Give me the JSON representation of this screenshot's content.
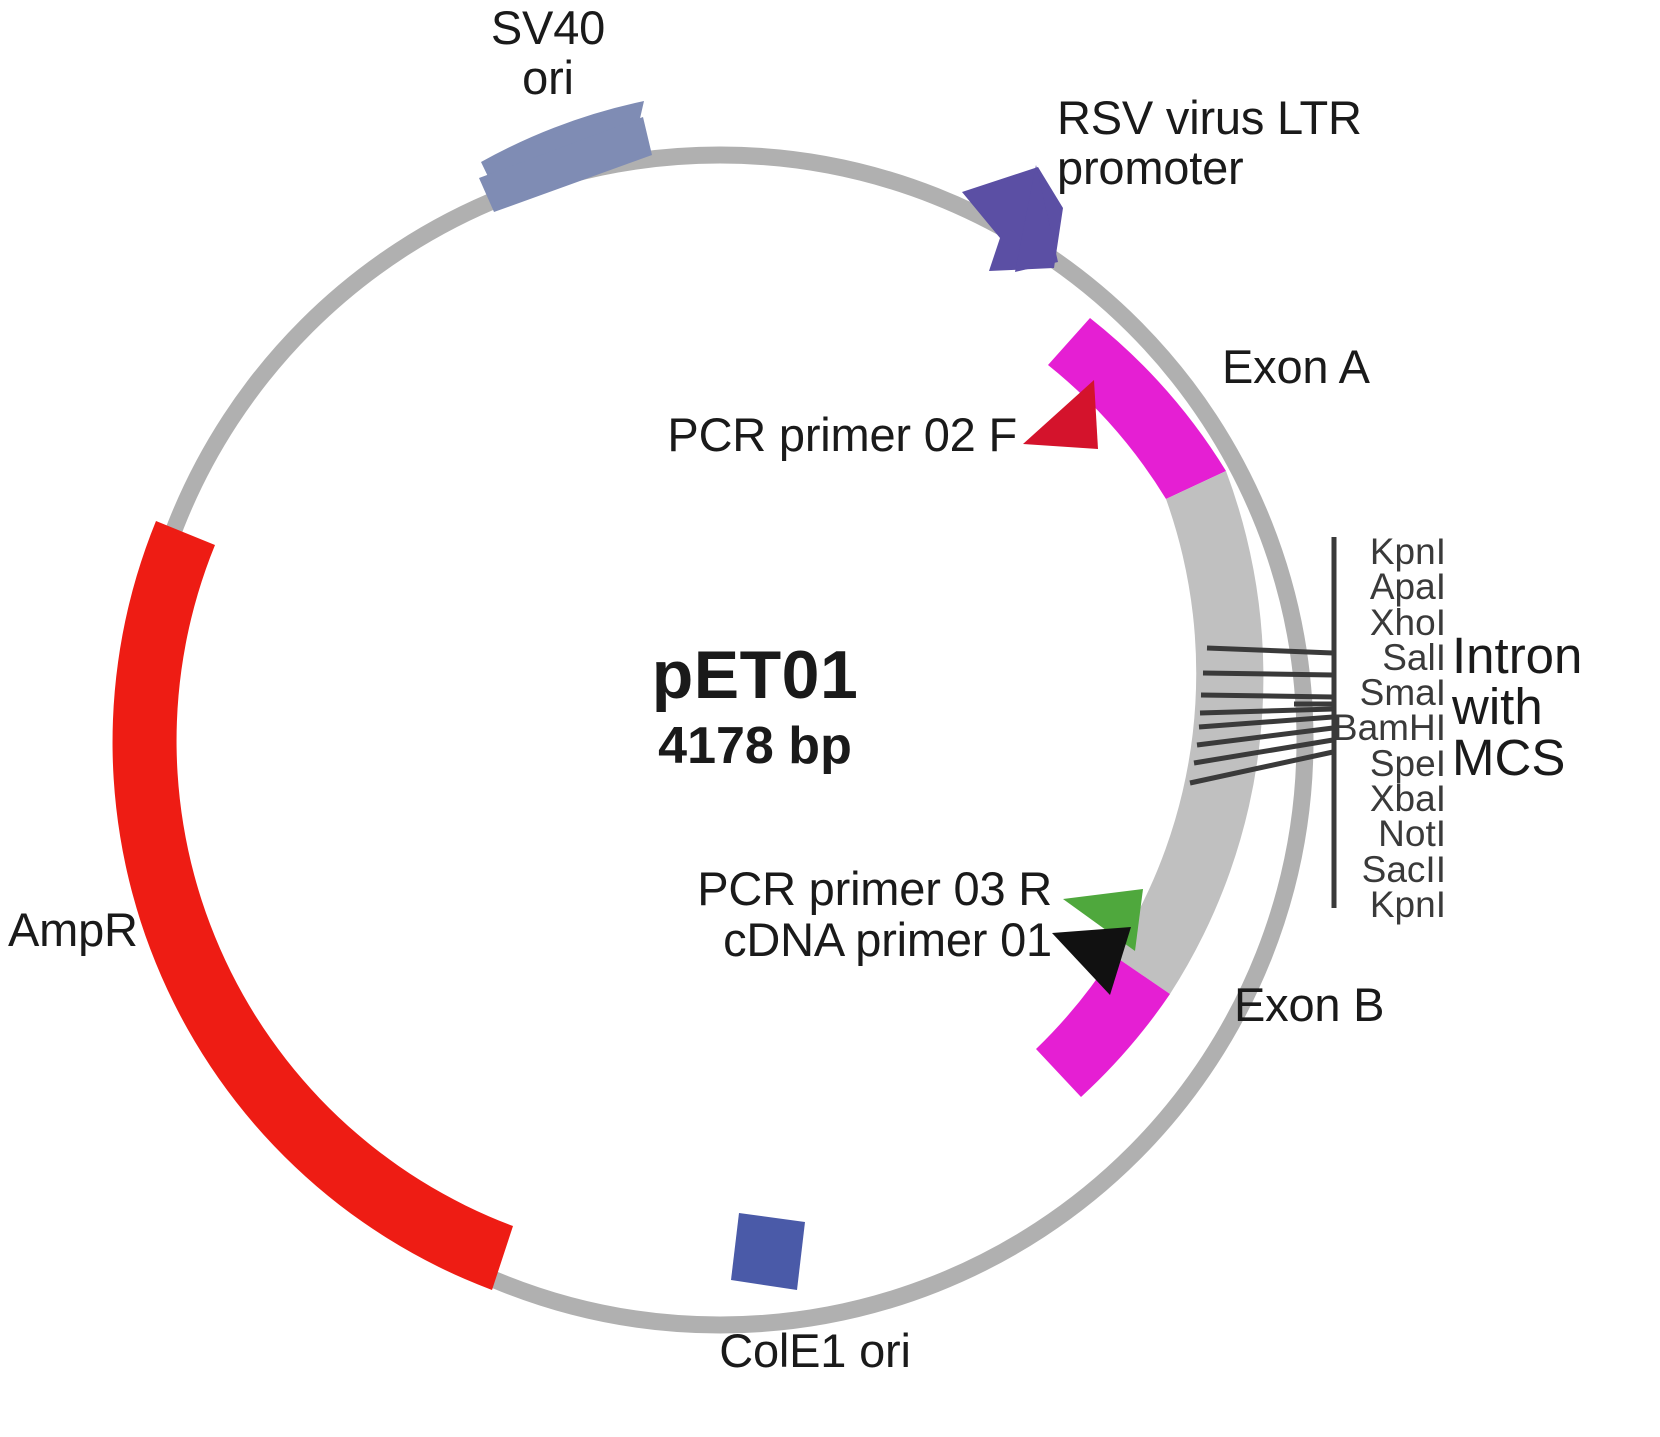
{
  "figure": {
    "type": "plasmid-map",
    "name": "pET01",
    "size": "4178 bp",
    "backbone_color": "#b0b0b0"
  },
  "center": {
    "plasmid_name": "pET01",
    "plasmid_size": "4178 bp"
  },
  "features": [
    {
      "key": "sv40_ori",
      "label": "SV40\nori",
      "color": "#7f8cb4",
      "shape": "box"
    },
    {
      "key": "rsv_promoter",
      "label": "RSV virus LTR\npromoter",
      "color": "#5b4fa4",
      "shape": "arrow"
    },
    {
      "key": "exon_a",
      "label": "Exon A",
      "color": "#e51fd3",
      "shape": "arc"
    },
    {
      "key": "intron_mcs",
      "label": "Intron\nwith\nMCS",
      "color": "#c0c0c0",
      "shape": "arc"
    },
    {
      "key": "exon_b",
      "label": "Exon B",
      "color": "#e51fd3",
      "shape": "arc"
    },
    {
      "key": "ampr",
      "label": "AmpR",
      "color": "#ee1c14",
      "shape": "arc"
    },
    {
      "key": "cole1_ori",
      "label": "ColE1 ori",
      "color": "#4a5aa8",
      "shape": "box"
    }
  ],
  "primers": [
    {
      "key": "pcr_primer_02_f",
      "label": "PCR primer 02 F",
      "color": "#d4132c",
      "shape": "triangle"
    },
    {
      "key": "pcr_primer_03_r",
      "label": "PCR primer 03 R",
      "color": "#4fa83d",
      "shape": "triangle"
    },
    {
      "key": "cdna_primer_01",
      "label": "cDNA primer 01",
      "color": "#111111",
      "shape": "triangle"
    }
  ],
  "mcs": {
    "title": "Intron\nwith\nMCS",
    "title_lines": [
      "Intron",
      "with",
      "MCS"
    ],
    "sites": [
      "KpnI",
      "ApaI",
      "XhoI",
      "SalI",
      "SmaI",
      "BamHI",
      "SpeI",
      "XbaI",
      "NotI",
      "SacII",
      "KpnI"
    ]
  },
  "labels": {
    "sv40": "SV40\nori",
    "rsv": "RSV virus LTR\npromoter",
    "exon_a": "Exon A",
    "exon_b": "Exon B",
    "ampr": "AmpR",
    "cole1": "ColE1 ori",
    "pcr02": "PCR primer 02 F",
    "pcr03": "PCR primer 03 R",
    "cdna": "cDNA primer 01"
  }
}
